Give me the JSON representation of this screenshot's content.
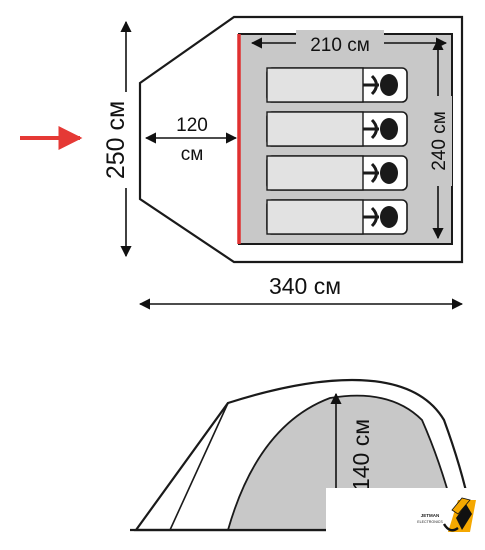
{
  "plan": {
    "width_label": "250 см",
    "vestibule_label_value": "120",
    "vestibule_label_unit": "см",
    "inner_length_label": "210 см",
    "inner_width_label": "240 см",
    "total_length_label": "340 см",
    "sleeping_places": 4
  },
  "side_view": {
    "height_label": "140 см"
  },
  "logo": {
    "line1": "JETMAN",
    "line2": "ELECTRONICS",
    "mark": "JM"
  },
  "colors": {
    "outline": "#1a1a1a",
    "inner_fill": "#c8c8c8",
    "entrance_red": "#e03030",
    "arrow_red": "#e53935",
    "logo_yellow": "#f5a800"
  }
}
